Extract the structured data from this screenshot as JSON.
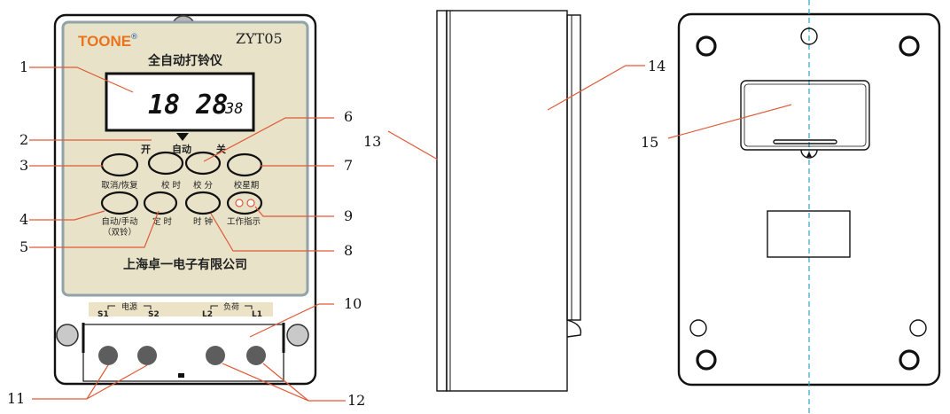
{
  "front": {
    "brand": "TOONE",
    "brand_mark": "®",
    "model": "ZYT05",
    "title": "全自动打铃仪",
    "lcd": {
      "hours_minutes": "18 28",
      "seconds": "38"
    },
    "mode_labels": {
      "on": "开",
      "auto": "自动",
      "off": "关"
    },
    "buttons": [
      {
        "label": "取消/恢复"
      },
      {
        "label": "校 时"
      },
      {
        "label": "校 分"
      },
      {
        "label": "校星期"
      },
      {
        "label": "自动/手动"
      },
      {
        "label": "定 时"
      },
      {
        "label": "时 钟"
      },
      {
        "label": "工作指示"
      }
    ],
    "auto_manual_sub": "（双铃）",
    "company": "上海卓一电子有限公司",
    "terminals": {
      "power_label": "电源",
      "load_label": "负荷",
      "s1": "S1",
      "s2": "S2",
      "l2": "L2",
      "l1": "L1"
    }
  },
  "callouts": [
    "1",
    "2",
    "3",
    "4",
    "5",
    "6",
    "7",
    "8",
    "9",
    "10",
    "11",
    "12",
    "13",
    "14",
    "15"
  ],
  "colors": {
    "leader_line": "#e05a38",
    "panel_face": "#e8e2c8",
    "brand_orange": "#e8741c",
    "brand_blue": "#1f5fb0",
    "center_axis": "#2aa7c8"
  }
}
